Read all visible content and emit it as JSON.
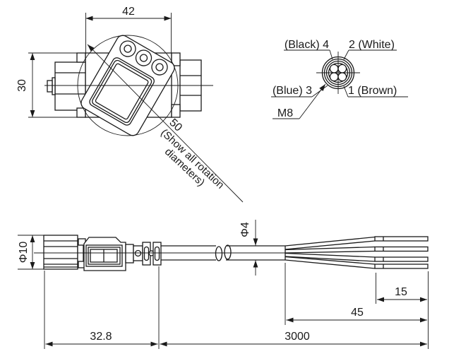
{
  "drawing": {
    "front_view": {
      "dim_width": "42",
      "dim_height": "30",
      "dim_rotation_dia": "50",
      "rotation_note_line1": "(Show all rotation",
      "rotation_note_line2": "diameters)"
    },
    "pinout": {
      "pin4_label": "(Black) 4",
      "pin2_label": "2 (White)",
      "pin3_label": "(Blue) 3",
      "pin1_label": "1 (Brown)",
      "thread_label": "M8"
    },
    "side_view": {
      "dim_connector_dia": "Φ10",
      "dim_cable_dia": "Φ4",
      "dim_strip_len": "15",
      "dim_split_len": "45",
      "dim_cable_len": "3000",
      "dim_connector_len": "32.8"
    },
    "colors": {
      "line": "#1a1a1a",
      "background": "#ffffff"
    }
  }
}
